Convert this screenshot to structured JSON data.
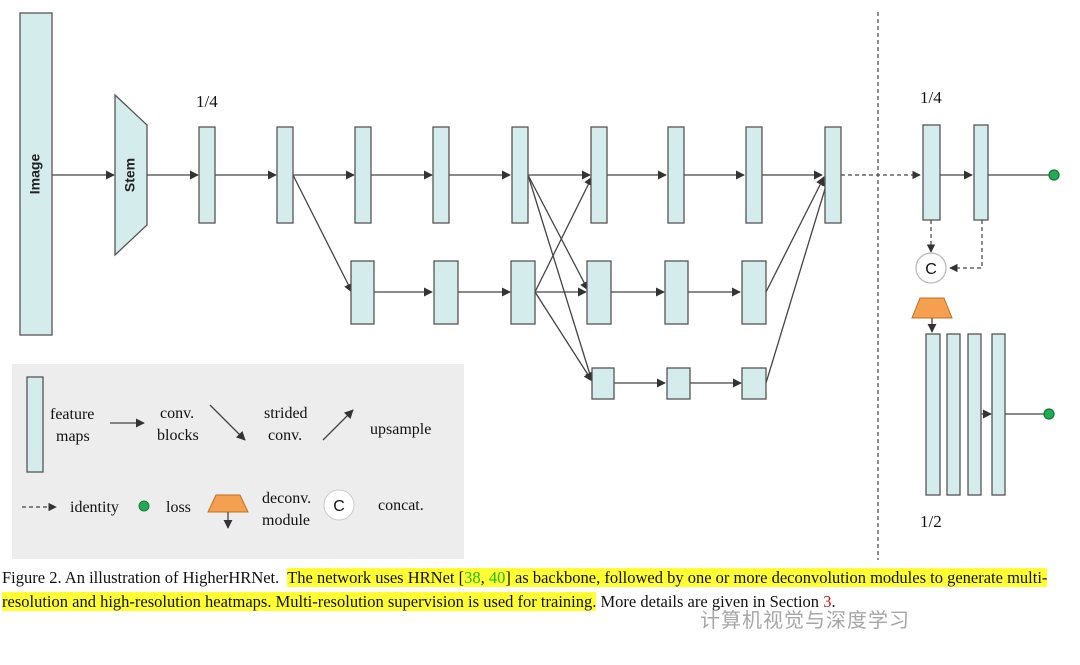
{
  "diagram": {
    "image_label": "Image",
    "stem_label": "Stem",
    "res_quarter_main": "1/4",
    "res_quarter_head": "1/4",
    "res_half_head": "1/2",
    "concat_symbol": "C",
    "legend": {
      "feature_maps": [
        "feature",
        "maps"
      ],
      "conv_blocks": [
        "conv.",
        "blocks"
      ],
      "strided_conv": [
        "strided",
        "conv."
      ],
      "upsample": "upsample",
      "identity": "identity",
      "loss": "loss",
      "deconv_module": [
        "deconv.",
        "module"
      ],
      "concat_symbol": "C",
      "concat": "concat."
    },
    "colors": {
      "feature_map": "#d5ecec",
      "loss_dot": "#22aa55",
      "deconv": "#f5a050",
      "legend_bg": "#ededed"
    }
  },
  "caption": {
    "prefix": "Figure 2. An illustration of HigherHRNet.",
    "hl_1": "The network uses HRNet [",
    "ref_1": "38",
    "sep": ", ",
    "ref_2": "40",
    "hl_2": "] as backbone, followed by one or more deconvolution modules to generate multi-resolution and high-resolution heatmaps.  Multi-resolution supervision is used for training.",
    "tail": " More details are given in Section ",
    "ref_3": "3",
    "end": "."
  },
  "watermark": "计算机视觉与深度学习"
}
